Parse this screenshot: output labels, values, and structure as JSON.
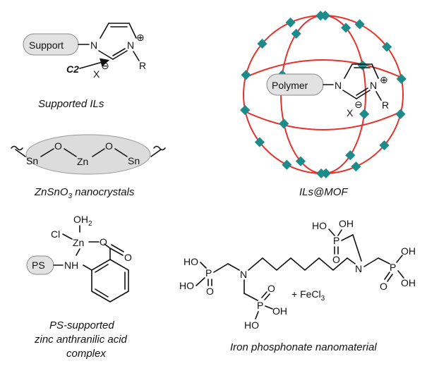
{
  "panels": {
    "supported_ils": {
      "support_label": "Support",
      "n_left": "N",
      "n_right": "N",
      "plus": "⊕",
      "r_label": "R",
      "x_label": "X",
      "minus": "⊖",
      "c2_label": "C2",
      "caption": "Supported ILs"
    },
    "znsno3": {
      "sn_left": "Sn",
      "o_left": "O",
      "zn": "Zn",
      "o_right": "O",
      "sn_right": "Sn",
      "caption_main": "ZnSnO",
      "caption_sub": "3",
      "caption_end": " nanocrystals"
    },
    "ils_mof": {
      "polymer_label": "Polymer",
      "n_left": "N",
      "n_right": "N",
      "plus": "⊕",
      "r_label": "R",
      "x_label": "X",
      "minus": "⊖",
      "caption": "ILs@MOF",
      "colors": {
        "frame": "#e4322d",
        "node": "#1e8b8b"
      }
    },
    "ps_zinc": {
      "oh2": "OH",
      "oh2_sub": "2",
      "cl": "Cl",
      "zn": "Zn",
      "o": "O",
      "ps_label": "PS",
      "nh": "NH",
      "o_carbonyl": "O",
      "caption_line1": "PS-supported",
      "caption_line2": "zinc anthranilic acid",
      "caption_line3": "complex"
    },
    "iron_phosphonate": {
      "ho_top": "HO",
      "oh_top": "OH",
      "p_top": "P",
      "o_top": "O",
      "ho_left1": "HO",
      "p_left": "P",
      "ho_left2": "HO",
      "o_left": "O",
      "n_left": "N",
      "n_right": "N",
      "p_mid": "P",
      "o_mid": "O",
      "oh_mid": "OH",
      "ho_mid": "HO",
      "p_right": "P",
      "oh_right1": "OH",
      "o_right": "O",
      "oh_right2": "OH",
      "fecl_text": "+ FeCl",
      "fecl_sub": "3",
      "caption": "Iron phosphonate nanomaterial"
    }
  }
}
